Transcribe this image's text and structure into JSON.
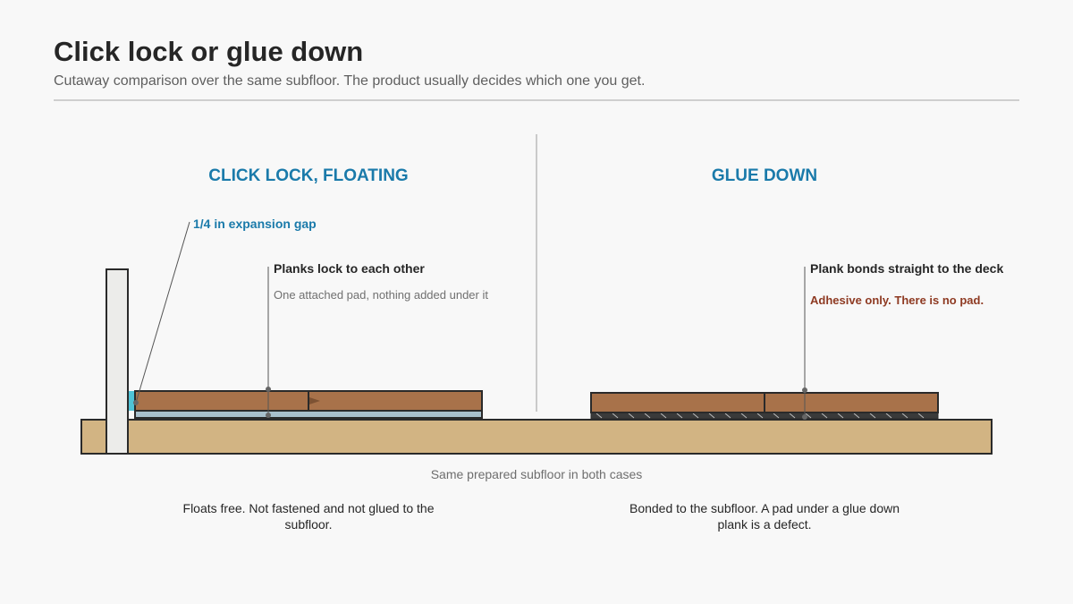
{
  "header": {
    "title": "Click lock or glue down",
    "subtitle": "Cutaway comparison over the same subfloor. The product usually decides which one you get."
  },
  "left": {
    "heading": "CLICK LOCK, FLOATING",
    "gap_label": "1/4 in expansion gap",
    "lock_label": "Planks lock to each other",
    "pad_note": "One attached pad, nothing added under it",
    "bottom_note": "Floats free. Not fastened and not glued to the subfloor."
  },
  "right": {
    "heading": "GLUE DOWN",
    "bond_label": "Plank bonds straight to the deck",
    "adhesive_note": "Adhesive only. There is no pad.",
    "bottom_note": "Bonded to the subfloor. A pad under a glue down plank is a defect."
  },
  "subfloor_caption": "Same prepared subfloor in both cases",
  "colors": {
    "accent_blue": "#1a7aaa",
    "plank_brown": "#a8724a",
    "subfloor_tan": "#d2b483",
    "pad_blue": "#a8c0cc",
    "adhesive_dark": "#3a3a3a",
    "warning_red": "#8e3a22"
  }
}
